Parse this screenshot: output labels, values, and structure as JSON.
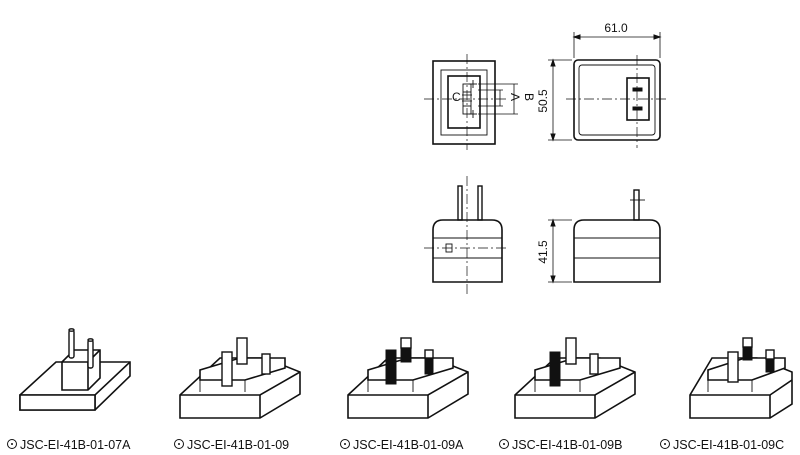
{
  "dimensions": {
    "width": "61.0",
    "height": "50.5",
    "depth": "41.5",
    "label_a": "A",
    "label_b": "B",
    "label_c": "C"
  },
  "plug_variants": [
    {
      "label": "JSC-EI-41B-01-07A",
      "icon": "round-pin-plug-icon"
    },
    {
      "label": "JSC-EI-41B-01-09",
      "icon": "flat-pin-plug-icon"
    },
    {
      "label": "JSC-EI-41B-01-09A",
      "icon": "flat-pin-plug-icon"
    },
    {
      "label": "JSC-EI-41B-01-09B",
      "icon": "flat-pin-plug-icon"
    },
    {
      "label": "JSC-EI-41B-01-09C",
      "icon": "flat-pin-plug-icon"
    }
  ]
}
